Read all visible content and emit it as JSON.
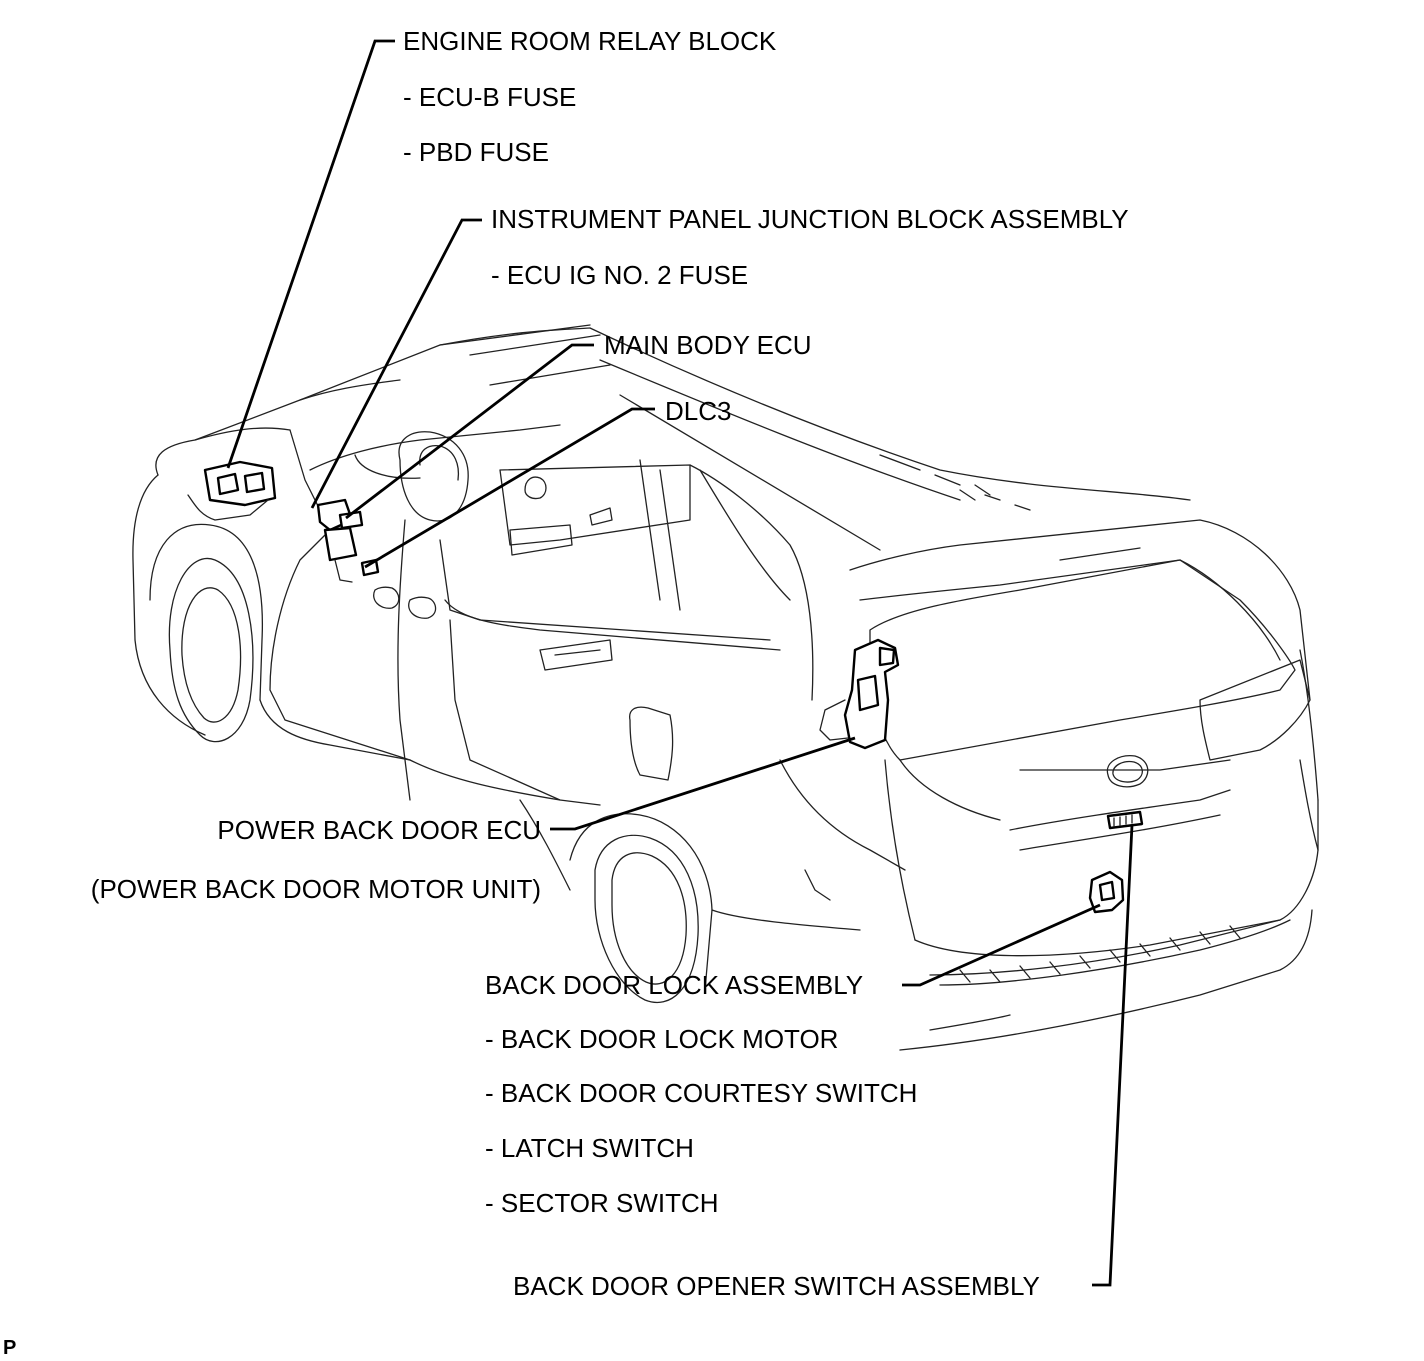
{
  "labels": {
    "engine_room_relay_block": "ENGINE ROOM RELAY BLOCK",
    "ecu_b_fuse": "- ECU-B FUSE",
    "pbd_fuse": "- PBD FUSE",
    "instrument_panel_junction_block": "INSTRUMENT PANEL JUNCTION BLOCK ASSEMBLY",
    "ecu_ig_no2_fuse": "- ECU IG NO. 2 FUSE",
    "main_body_ecu": "MAIN BODY ECU",
    "dlc3": "DLC3",
    "power_back_door_ecu": "POWER BACK DOOR ECU",
    "power_back_door_motor_unit": "(POWER BACK DOOR MOTOR UNIT)",
    "back_door_lock_assembly": "BACK DOOR LOCK ASSEMBLY",
    "back_door_lock_motor": "- BACK DOOR LOCK MOTOR",
    "back_door_courtesy_switch": "- BACK DOOR COURTESY SWITCH",
    "latch_switch": "- LATCH SWITCH",
    "sector_switch": "- SECTOR SWITCH",
    "back_door_opener_switch_assembly": "BACK DOOR OPENER SWITCH ASSEMBLY",
    "corner_mark": "P"
  }
}
